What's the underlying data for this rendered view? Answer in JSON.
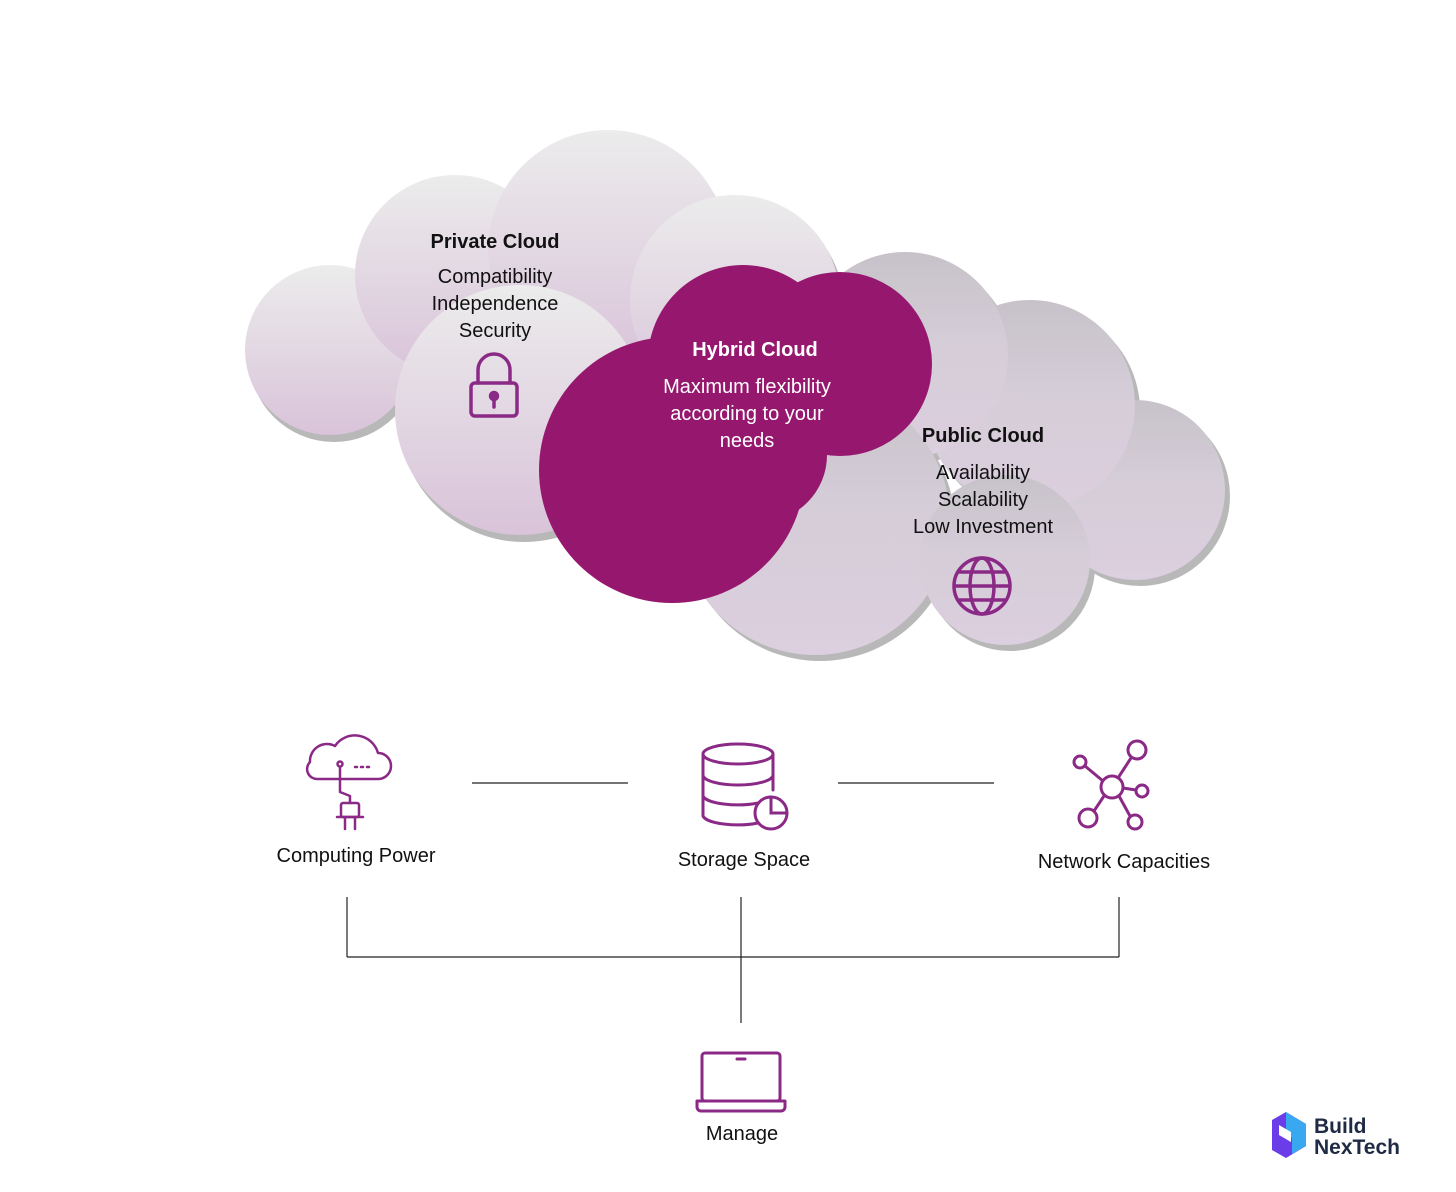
{
  "private_cloud": {
    "title": "Private Cloud",
    "items": [
      "Compatibility",
      "Independence",
      "Security"
    ],
    "icon": "lock-icon"
  },
  "hybrid_cloud": {
    "title": "Hybrid Cloud",
    "lines": [
      "Maximum flexibility",
      "according to your",
      "needs"
    ]
  },
  "public_cloud": {
    "title": "Public Cloud",
    "items": [
      "Availability",
      "Scalability",
      "Low Investment"
    ],
    "icon": "globe-icon"
  },
  "resources": [
    {
      "label": "Computing Power",
      "icon": "cloud-plug-icon"
    },
    {
      "label": "Storage Space",
      "icon": "database-icon"
    },
    {
      "label": "Network Capacities",
      "icon": "network-icon"
    }
  ],
  "manage": {
    "label": "Manage",
    "icon": "laptop-icon"
  },
  "logo": {
    "line1": "Build",
    "line2": "NexTech"
  },
  "colors": {
    "accent": "#96176e",
    "icon": "#8b2a86",
    "private_top": "#ebebeb",
    "private_bottom": "#dcc6dc",
    "public": "#d9d0dc",
    "line": "#222222"
  }
}
